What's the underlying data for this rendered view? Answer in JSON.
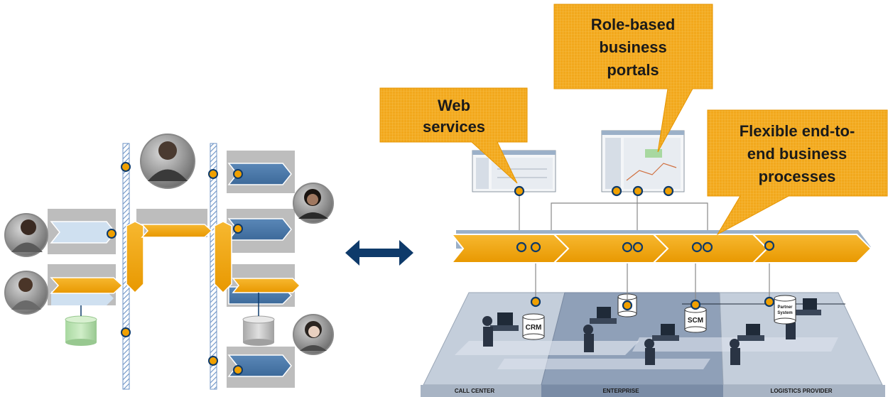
{
  "callouts": {
    "web_services": [
      "Web",
      "services"
    ],
    "role_portals": [
      "Role-based",
      "business",
      "portals"
    ],
    "flexible": [
      "Flexible end-to-",
      "end business",
      "processes"
    ]
  },
  "zones": {
    "call_center": "CALL CENTER",
    "enterprise": "ENTERPRISE",
    "logistics": "LOGISTICS PROVIDER"
  },
  "databases": {
    "crm": "CRM",
    "scm": "SCM",
    "partner": [
      "Partner",
      "System"
    ]
  },
  "colors": {
    "orange": "#F0A000",
    "callout": "#F2A81C",
    "blue": "#4A78A8",
    "light_blue": "#CFE0F0",
    "node": "#0E3A6A",
    "hatch": "#6D93C5"
  },
  "icons": {
    "bidirectional_arrow": "double-headed-arrow-icon",
    "person": "person-photo-icon",
    "database": "database-icon",
    "screen": "screen-thumbnail-icon"
  }
}
